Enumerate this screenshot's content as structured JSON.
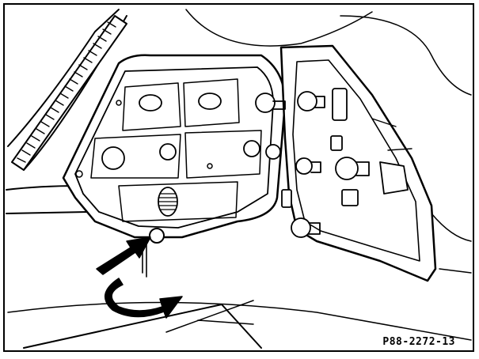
{
  "figure": {
    "reference_code": "P88-2272-13",
    "colors": {
      "ink": "#000000",
      "paper": "#ffffff"
    },
    "illustrated_items": [
      "tail-light-housing",
      "bulb-carrier-panel",
      "bulbs",
      "retaining-nut",
      "push-arrow",
      "rotate-arrow"
    ]
  }
}
